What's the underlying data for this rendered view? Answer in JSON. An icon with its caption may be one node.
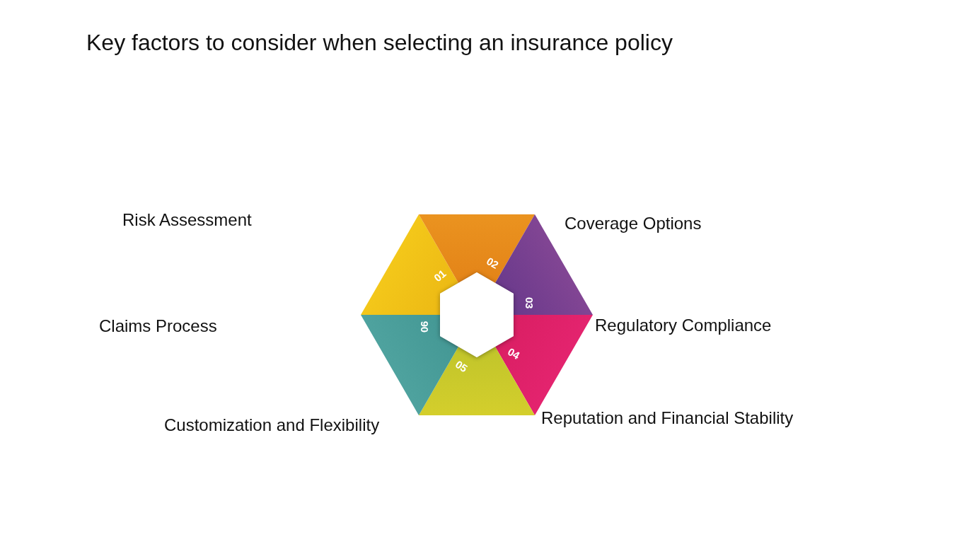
{
  "diagram": {
    "title": "Key factors to consider when selecting an insurance policy",
    "nodes": [
      {
        "text": [
          "01"
        ]
      },
      {
        "text": [
          "02"
        ]
      },
      {
        "text": [
          "03"
        ]
      },
      {
        "text": [
          "04"
        ]
      },
      {
        "text": [
          "05"
        ]
      },
      {
        "text": [
          "06"
        ]
      },
      {
        "text": [],
        "shape": "hexagon"
      }
    ],
    "labels": [
      "Risk Assessment",
      "Coverage Options",
      "Claims Process",
      "Regulatory Compliance",
      "Customization and Flexibility",
      "Reputation and Financial Stability"
    ]
  }
}
